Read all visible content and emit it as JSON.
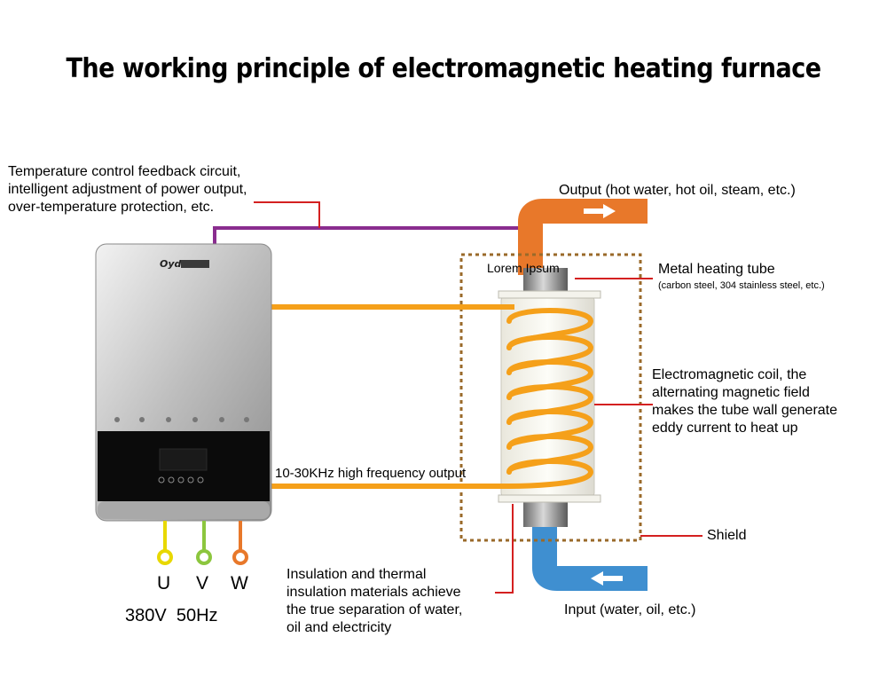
{
  "title": "The working principle of electromagnetic heating furnace",
  "labels": {
    "feedback": [
      "Temperature control feedback circuit,",
      "intelligent adjustment of power output,",
      "over-temperature protection, etc."
    ],
    "output": "Output (hot water, hot oil, steam, etc.)",
    "lorem": "Lorem Ipsum",
    "tube_title": "Metal heating tube",
    "tube_sub": "(carbon steel, 304 stainless steel, etc.)",
    "coil": [
      "Electromagnetic coil, the",
      "alternating magnetic field",
      "makes the tube wall generate",
      "eddy current to heat up"
    ],
    "frequency": "10-30KHz high frequency output",
    "shield": "Shield",
    "insulation": [
      "Insulation and thermal",
      "insulation materials achieve",
      "the true separation of water,",
      "oil and electricity"
    ],
    "input": "Input (water, oil, etc.)",
    "phases": [
      "U",
      "V",
      "W"
    ],
    "power": "380V  50Hz"
  },
  "device": {
    "brand": "Oyd"
  },
  "colors": {
    "coil": "#f5a01a",
    "feedback_wire": "#8a2d8f",
    "leader": "#d42020",
    "output_pipe": "#e8782a",
    "input_pipe": "#3f8fd0",
    "shield": "#9a6a2a",
    "phase_u": "#e8d800",
    "phase_v": "#8cc63e",
    "phase_w": "#e8782a"
  }
}
